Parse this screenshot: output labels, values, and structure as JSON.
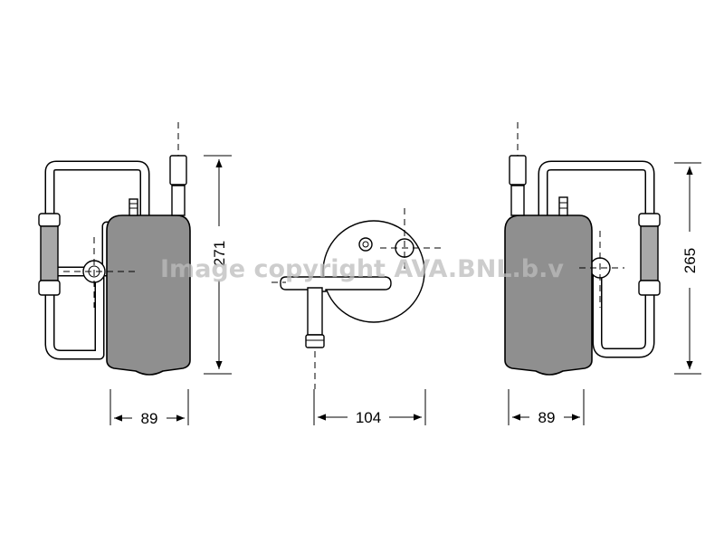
{
  "watermark": "Image copyright AVA.BNL.b.v",
  "views": {
    "left": {
      "height_dim": "271",
      "width_dim": "89"
    },
    "top": {
      "width_dim": "104"
    },
    "right": {
      "height_dim": "265",
      "width_dim": "89"
    }
  },
  "colors": {
    "body": "#8f8f8f",
    "hose": "#a8a8a8",
    "line": "#000000",
    "watermark": "#bdbdbd"
  }
}
